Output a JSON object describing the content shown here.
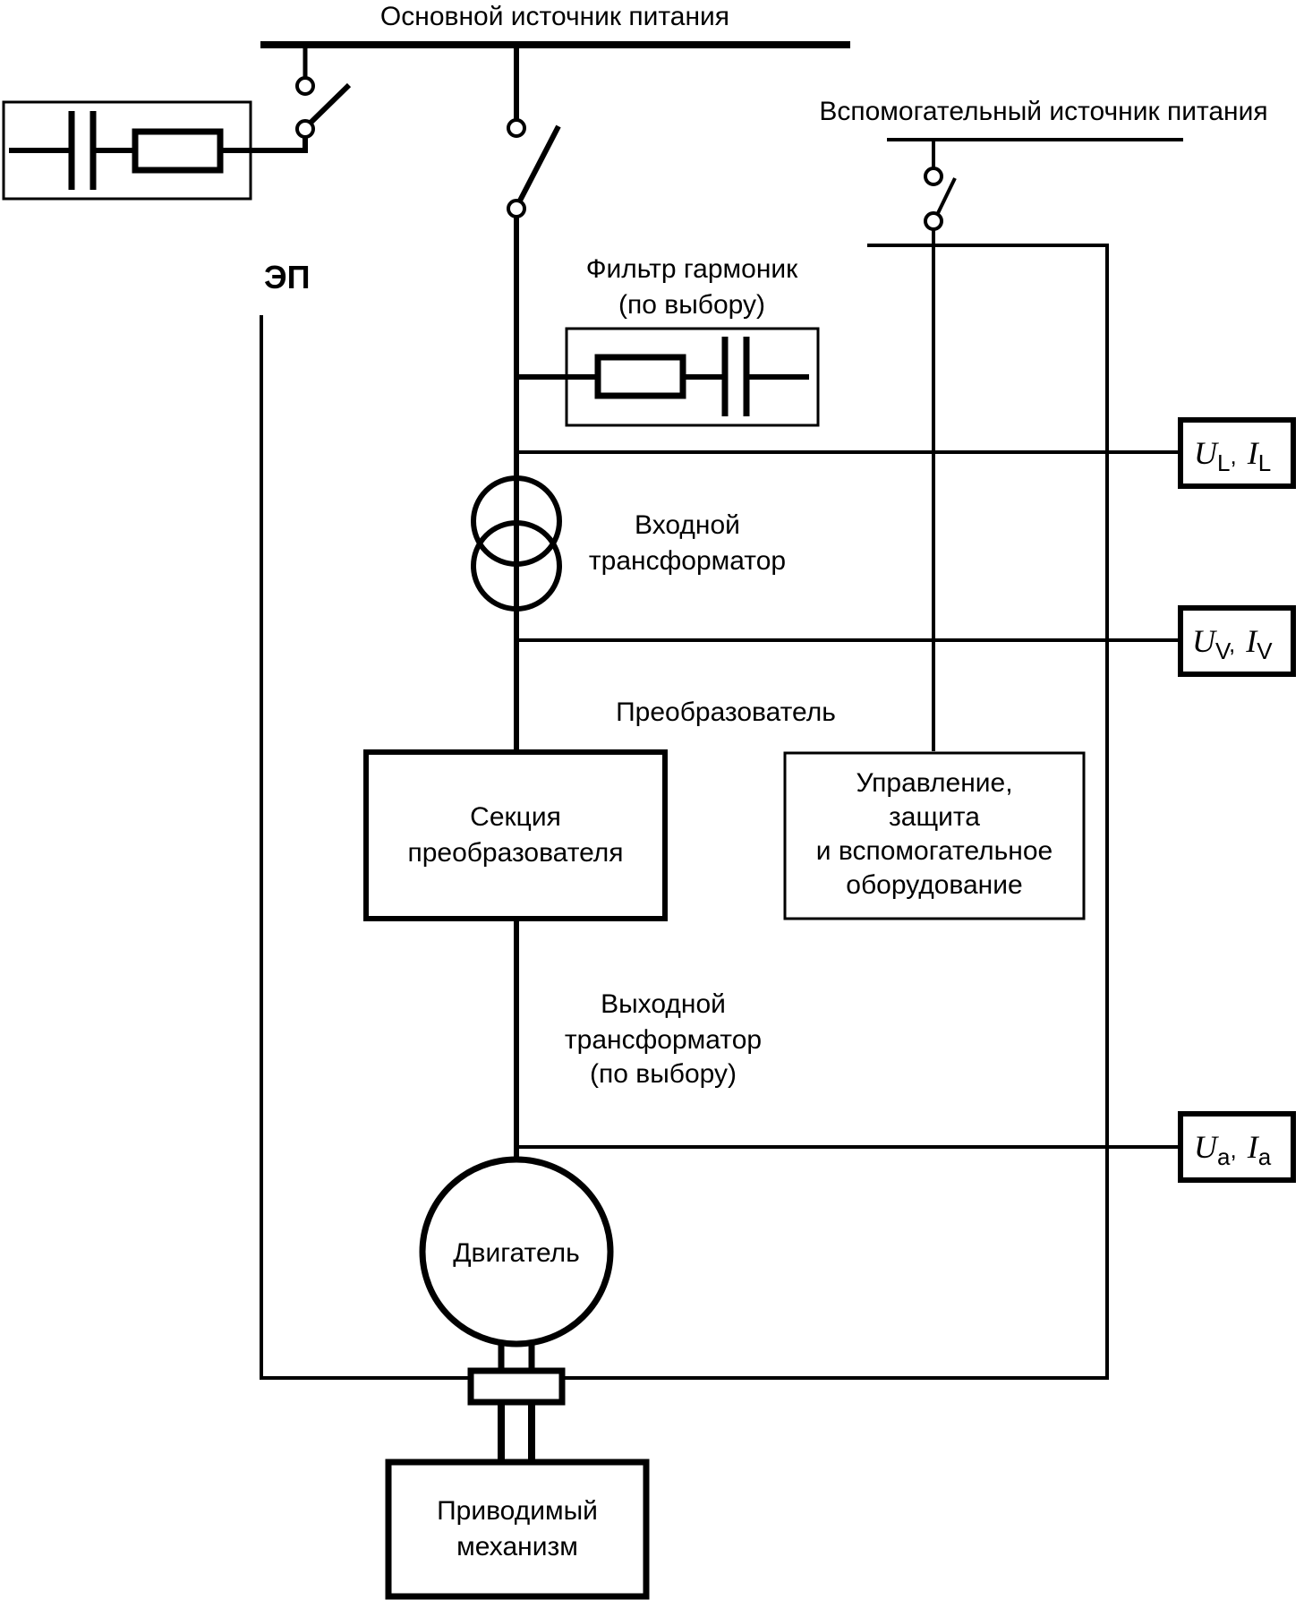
{
  "main_supply": {
    "label": "Основной источник питания"
  },
  "aux_supply": {
    "label": "Вспомогательный источник питания"
  },
  "system_label": "ЭП",
  "harmonic_filter": {
    "line1": "Фильтр гармоник",
    "line2": "(по выбору)"
  },
  "input_transformer": {
    "line1": "Входной",
    "line2": "трансформатор"
  },
  "converter_label": "Преобразователь",
  "converter_section": {
    "line1": "Секция",
    "line2": "преобразователя"
  },
  "control_block": {
    "line1": "Управление,",
    "line2": "защита",
    "line3": "и вспомогательное",
    "line4": "оборудование"
  },
  "output_transformer": {
    "line1": "Выходной",
    "line2": "трансформатор",
    "line3": "(по выбору)"
  },
  "motor_label": "Двигатель",
  "driven_mechanism": {
    "line1": "Приводимый",
    "line2": "механизм"
  },
  "measurements": [
    {
      "u": "U",
      "u_sub": "L",
      "sep": ",",
      "i": "I",
      "i_sub": "L"
    },
    {
      "u": "U",
      "u_sub": "V",
      "sep": ",",
      "i": "I",
      "i_sub": "V"
    },
    {
      "u": "U",
      "u_sub": "a",
      "sep": ",",
      "i": "I",
      "i_sub": "a"
    }
  ]
}
